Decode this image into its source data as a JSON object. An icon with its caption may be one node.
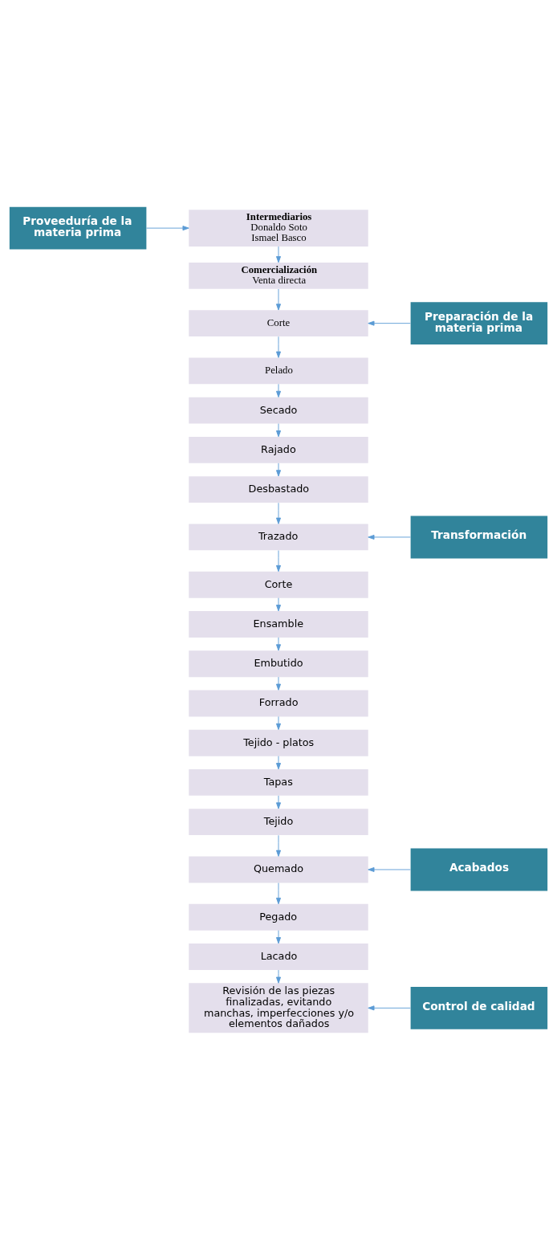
{
  "diagram": {
    "nodes": [
      {
        "text": [
          "Proveeduría de la materia prima"
        ]
      },
      {
        "text": [
          "Intermediarios",
          "Donaldo Soto",
          "Ismael Basco"
        ]
      },
      {
        "text": [
          "Comercialización",
          "Venta directa"
        ]
      },
      {
        "text": [
          "Preparación de la materia prima"
        ]
      },
      {
        "text": [
          "Corte"
        ]
      },
      {
        "text": [
          "Pelado"
        ]
      },
      {
        "text": [
          "Secado"
        ]
      },
      {
        "text": [
          "Rajado"
        ]
      },
      {
        "text": [
          "Desbastado"
        ]
      },
      {
        "text": [
          "Transformación"
        ]
      },
      {
        "text": [
          "Trazado"
        ]
      },
      {
        "text": [
          "Corte"
        ]
      },
      {
        "text": [
          "Ensamble"
        ]
      },
      {
        "text": [
          "Embutido"
        ]
      },
      {
        "text": [
          "Forrado"
        ]
      },
      {
        "text": [
          "Tejido - platos"
        ]
      },
      {
        "text": [
          "Tapas"
        ]
      },
      {
        "text": [
          "Tejido"
        ]
      },
      {
        "text": [
          "Acabados"
        ]
      },
      {
        "text": [
          "Quemado"
        ]
      },
      {
        "text": [
          "Pegado"
        ]
      },
      {
        "text": [
          "Lacado"
        ]
      },
      {
        "text": [
          "Control de calidad"
        ]
      },
      {
        "text": [
          "Revisión de las piezas finalizadas, evitando manchas, imperfecciones y/o elementos dañados"
        ]
      }
    ],
    "edges": [
      {
        "from": 0,
        "to": 1,
        "arrow": "to"
      },
      {
        "from": 1,
        "to": 2,
        "arrow": "to"
      },
      {
        "from": 2,
        "to": 4,
        "arrow": "to"
      },
      {
        "from": 3,
        "to": 4,
        "arrow": "to"
      },
      {
        "from": 4,
        "to": 5,
        "arrow": "to"
      },
      {
        "from": 5,
        "to": 6,
        "arrow": "to"
      },
      {
        "from": 6,
        "to": 7,
        "arrow": "to"
      },
      {
        "from": 7,
        "to": 8,
        "arrow": "to"
      },
      {
        "from": 8,
        "to": 10,
        "arrow": "to"
      },
      {
        "from": 9,
        "to": 10,
        "arrow": "to"
      },
      {
        "from": 10,
        "to": 11,
        "arrow": "to"
      },
      {
        "from": 11,
        "to": 12,
        "arrow": "to"
      },
      {
        "from": 12,
        "to": 13,
        "arrow": "to"
      },
      {
        "from": 13,
        "to": 14,
        "arrow": "to"
      },
      {
        "from": 14,
        "to": 15,
        "arrow": "to"
      },
      {
        "from": 15,
        "to": 16,
        "arrow": "to"
      },
      {
        "from": 16,
        "to": 17,
        "arrow": "to"
      },
      {
        "from": 17,
        "to": 19,
        "arrow": "to"
      },
      {
        "from": 18,
        "to": 19,
        "arrow": "to"
      },
      {
        "from": 19,
        "to": 20,
        "arrow": "to"
      },
      {
        "from": 20,
        "to": 21,
        "arrow": "to"
      },
      {
        "from": 21,
        "to": 23,
        "arrow": "to"
      },
      {
        "from": 22,
        "to": 23,
        "arrow": "to"
      }
    ]
  }
}
